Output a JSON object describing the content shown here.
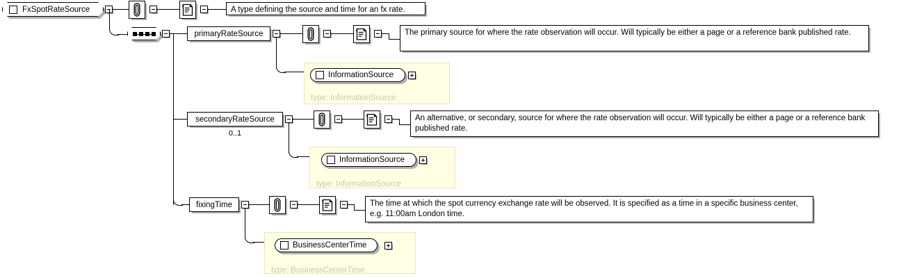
{
  "diagram": {
    "kind": "xsd-schema-diagram",
    "root": {
      "name": "FxSpotRateSource",
      "shape": "octagon",
      "annotation_icon": "annotation-icon",
      "documentation_icon": "documentation-icon",
      "documentation": "A type defining the source and time for an fx rate.",
      "expander": "minus"
    },
    "compositor": {
      "type": "sequence",
      "icon": "sequence-icon",
      "expander": "minus"
    },
    "children": [
      {
        "name": "primaryRateSource",
        "cardinality": "",
        "expander": "minus",
        "annotation_icon": "annotation-icon",
        "documentation_icon": "documentation-icon",
        "documentation": "The primary source for where the rate observation will occur. Will typically be either a page or a reference bank published rate.",
        "type_panel": {
          "element": "InformationSource",
          "type_label": "type: InformationSource",
          "expander": "plus"
        }
      },
      {
        "name": "secondaryRateSource",
        "cardinality": "0..1",
        "expander": "minus",
        "annotation_icon": "annotation-icon",
        "documentation_icon": "documentation-icon",
        "documentation": "An alternative, or secondary, source for where the rate observation will occur. Will typically be either a page or a reference bank published rate.",
        "type_panel": {
          "element": "InformationSource",
          "type_label": "type: InformationSource",
          "expander": "plus"
        }
      },
      {
        "name": "fixingTime",
        "cardinality": "",
        "expander": "minus",
        "annotation_icon": "annotation-icon",
        "documentation_icon": "documentation-icon",
        "documentation": "The time at which the spot currency exchange rate will be observed. It is specified as a time in a specific business center, e.g. 11:00am London time.",
        "type_panel": {
          "element": "BusinessCenterTime",
          "type_label": "type: BusinessCenterTime",
          "expander": "plus"
        }
      }
    ],
    "colors": {
      "background": "#ffffff",
      "line": "#000000",
      "shadow": "#b0b0b0",
      "panel_fill": "#ffffe4",
      "panel_border": "#e8e8c0",
      "panel_type_text": "#c9c9a8"
    }
  }
}
